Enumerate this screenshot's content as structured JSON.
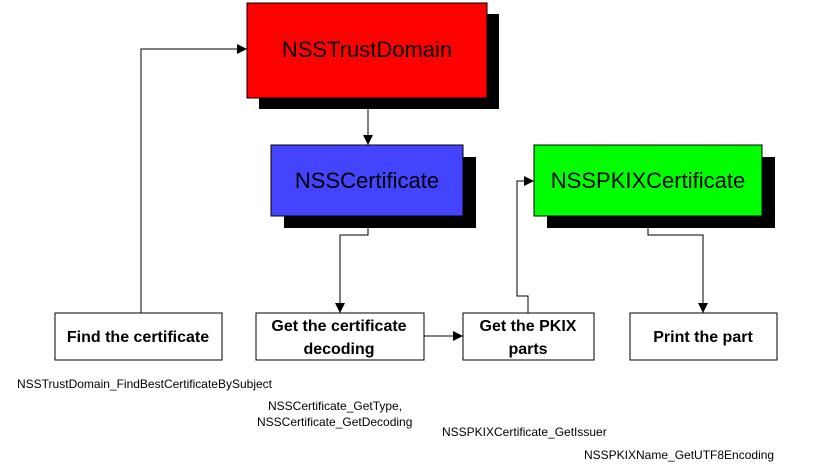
{
  "colors": {
    "trust_domain": "#ff0000",
    "certificate": "#4444ff",
    "pkix_certificate": "#00ff00",
    "shadow": "#000000",
    "step_box": "#ffffff",
    "border": "#000000"
  },
  "classes": {
    "trust_domain": "NSSTrustDomain",
    "certificate": "NSSCertificate",
    "pkix_certificate": "NSSPKIXCertificate"
  },
  "steps": {
    "find": "Find the certificate",
    "decoding_line1": "Get the certificate",
    "decoding_line2": "decoding",
    "pkix_line1": "Get the PKIX",
    "pkix_line2": "parts",
    "print": "Print the part"
  },
  "functions": {
    "find_best": "NSSTrustDomain_FindBestCertificateBySubject",
    "get_type": "NSSCertificate_GetType,",
    "get_decoding": "NSSCertificate_GetDecoding",
    "get_issuer": "NSSPKIXCertificate_GetIssuer",
    "get_utf8": "NSSPKIXName_GetUTF8Encoding"
  }
}
